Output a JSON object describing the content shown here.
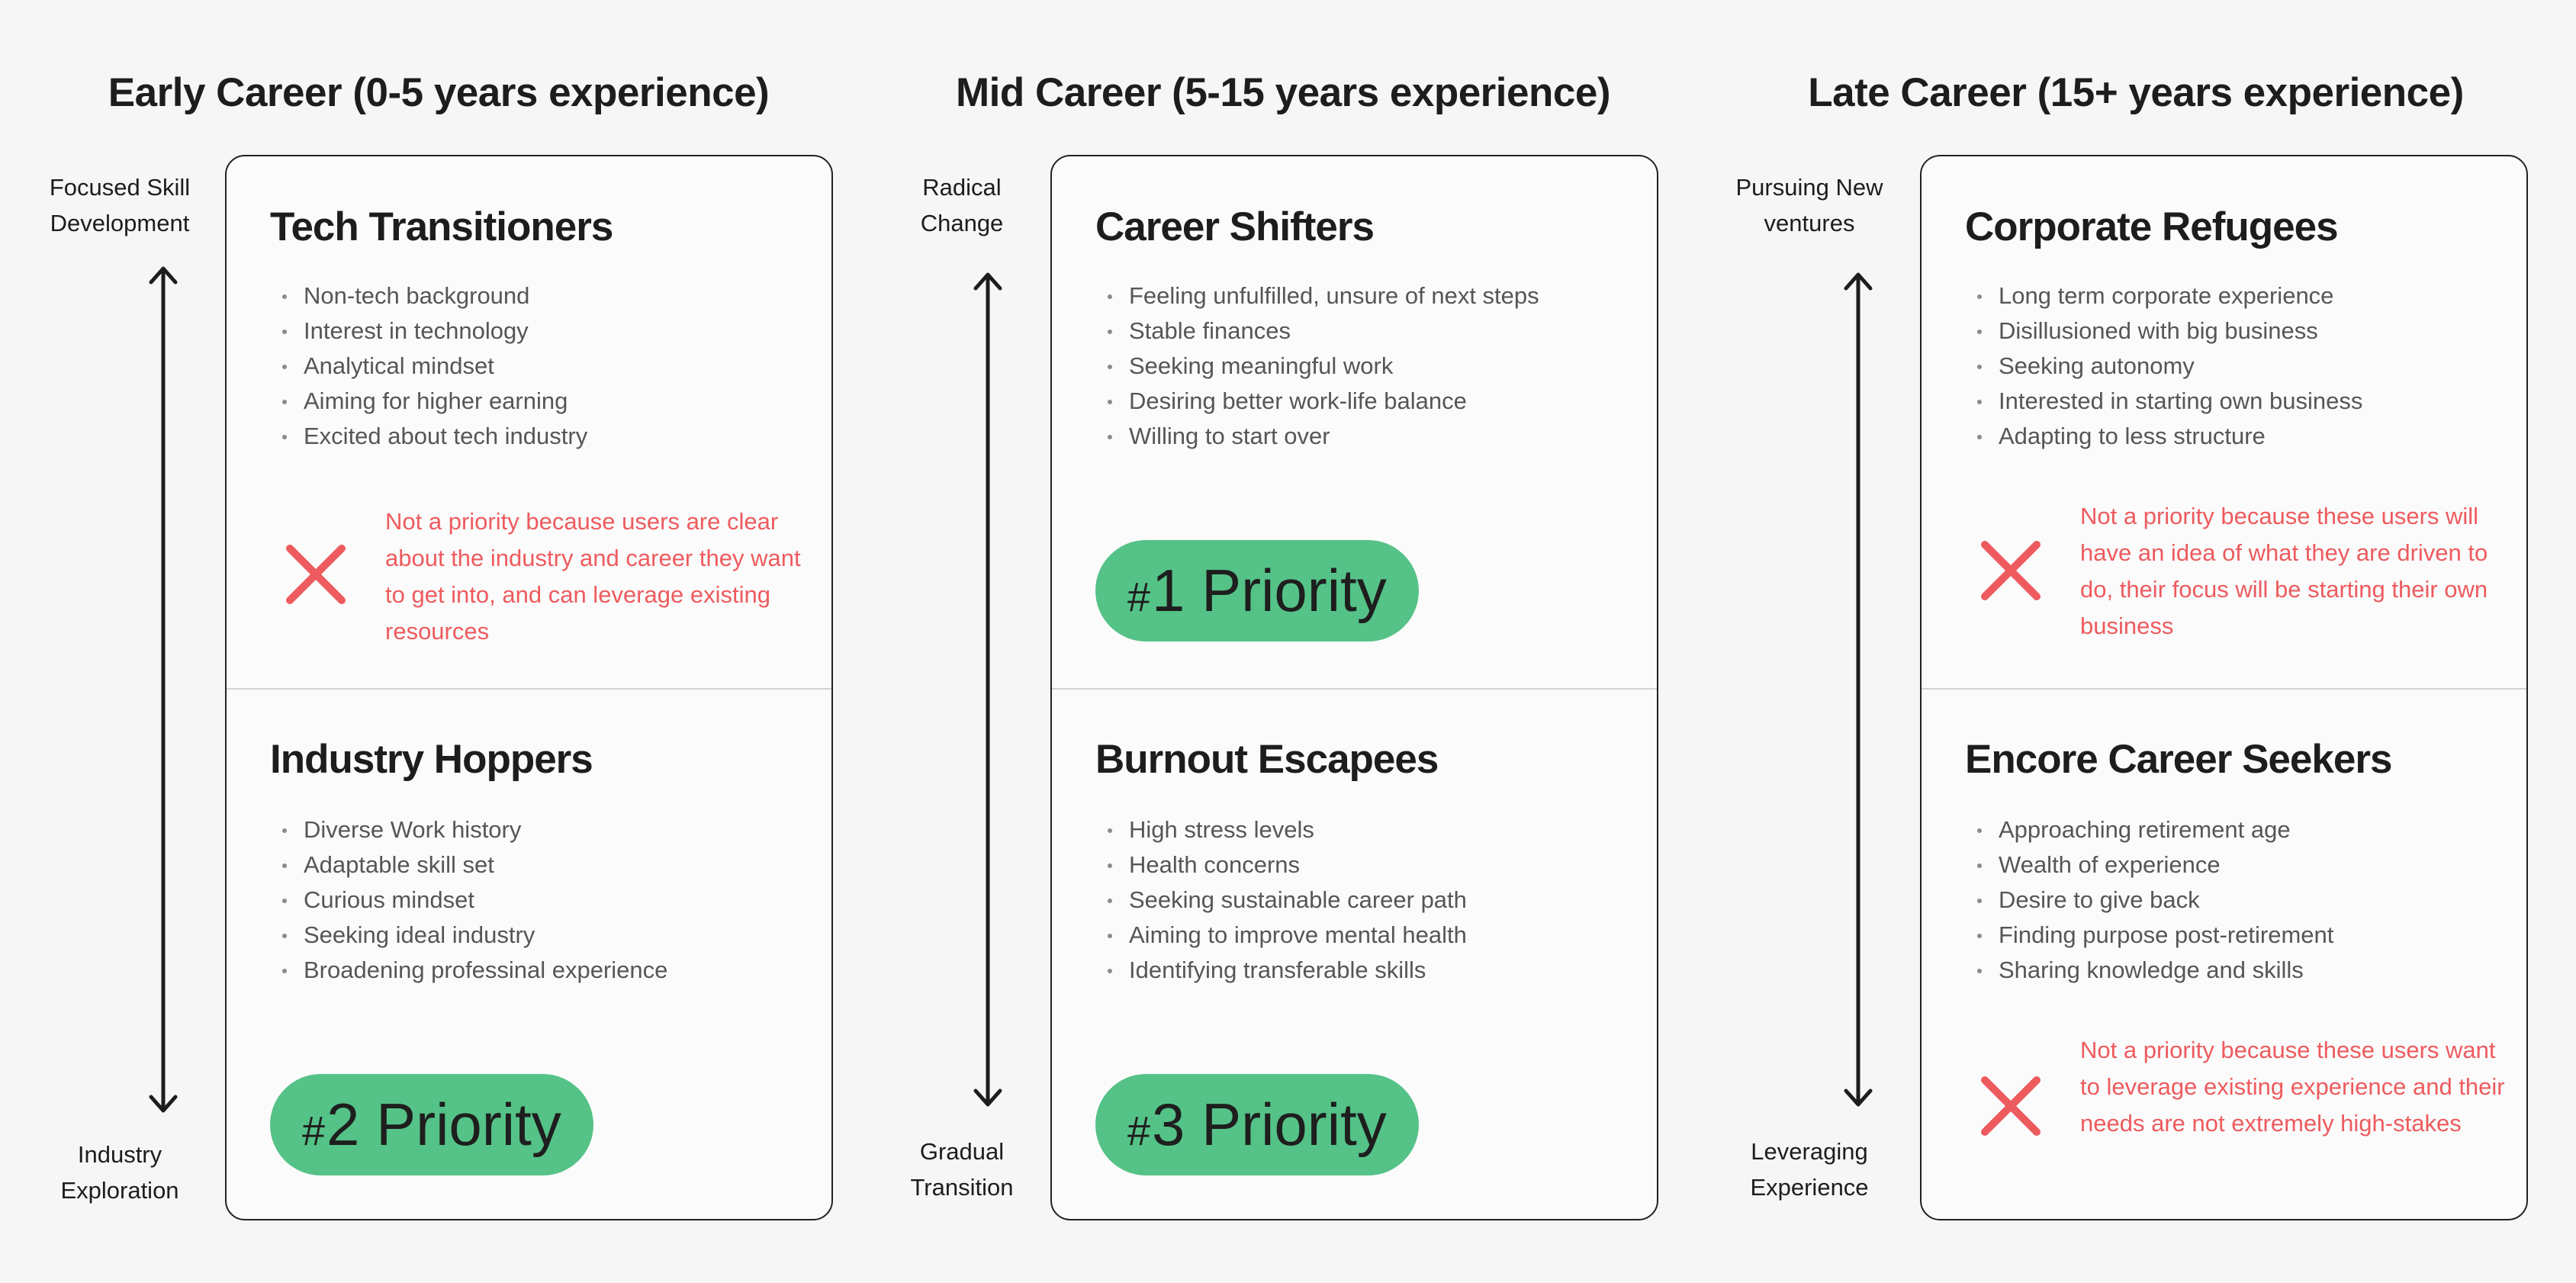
{
  "columns": [
    {
      "title": "Early Career (0-5 years experience)",
      "axis_top": [
        "Focused Skill",
        "Development"
      ],
      "axis_bottom": [
        "Industry",
        "Exploration"
      ],
      "segments": [
        {
          "title": "Tech Transitioners",
          "bullets": [
            "Non-tech background",
            "Interest in technology",
            "Analytical mindset",
            "Aiming for higher earning",
            "Excited about tech industry"
          ],
          "note": "Not a priority because users are clear about the industry and career they want to get into, and can leverage existing resources"
        },
        {
          "title": "Industry Hoppers",
          "bullets": [
            "Diverse Work history",
            "Adaptable skill set",
            "Curious mindset",
            "Seeking ideal industry",
            "Broadening professinal experience"
          ],
          "priority": {
            "hash": "#",
            "text": "2 Priority"
          }
        }
      ]
    },
    {
      "title": "Mid Career (5-15 years experience)",
      "axis_top": [
        "Radical",
        "Change"
      ],
      "axis_bottom": [
        "Gradual",
        "Transition"
      ],
      "segments": [
        {
          "title": "Career Shifters",
          "bullets": [
            "Feeling unfulfilled, unsure of next steps",
            "Stable finances",
            "Seeking meaningful work",
            "Desiring better work-life balance",
            "Willing to start over"
          ],
          "priority": {
            "hash": "#",
            "text": "1 Priority"
          }
        },
        {
          "title": "Burnout Escapees",
          "bullets": [
            "High stress levels",
            "Health concerns",
            "Seeking sustainable career path",
            "Aiming to improve mental health",
            "Identifying transferable skills"
          ],
          "priority": {
            "hash": "#",
            "text": "3 Priority"
          }
        }
      ]
    },
    {
      "title": "Late Career (15+ years experience)",
      "axis_top": [
        "Pursuing New",
        "ventures"
      ],
      "axis_bottom": [
        "Leveraging",
        "Experience"
      ],
      "segments": [
        {
          "title": "Corporate Refugees",
          "bullets": [
            "Long term corporate experience",
            "Disillusioned with big business",
            "Seeking autonomy",
            "Interested in starting own business",
            "Adapting to less structure"
          ],
          "note": "Not a priority because these users will have an idea of what they are driven to do, their focus will be starting their own business"
        },
        {
          "title": "Encore Career Seekers",
          "bullets": [
            "Approaching retirement age",
            "Wealth of experience",
            "Desire to give back",
            "Finding purpose post-retirement",
            "Sharing knowledge and skills"
          ],
          "note": "Not a priority because these users want to leverage existing experience and their needs are not extremely high-stakes"
        }
      ]
    }
  ],
  "colors": {
    "priority_pill": "#55c287",
    "note_text": "#ee5b5e",
    "x_icon": "#ee5b5e"
  },
  "icons": {
    "not_priority": "close-x-icon",
    "axis": "double-headed-arrow-icon"
  }
}
